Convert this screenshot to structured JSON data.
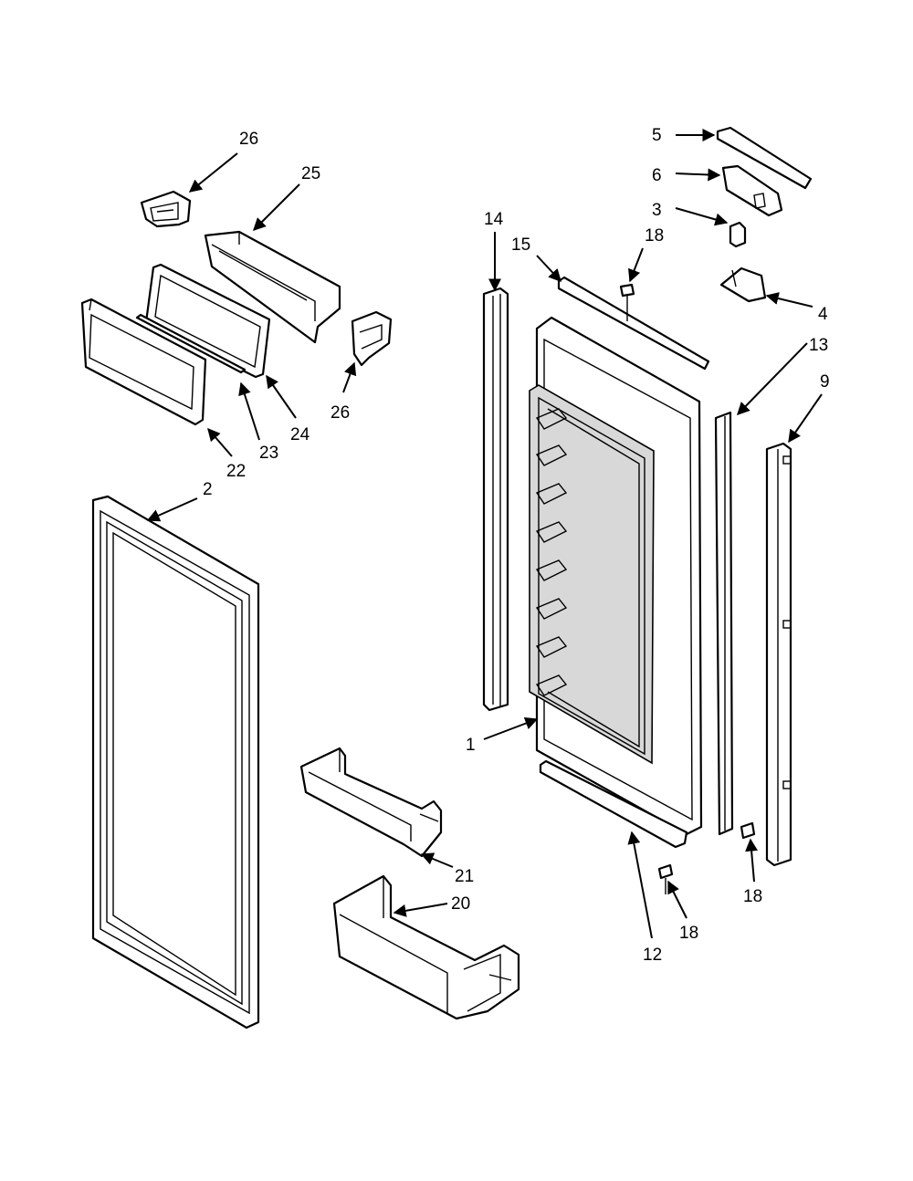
{
  "callouts": {
    "c26a": "26",
    "c25": "25",
    "c24": "24",
    "c23": "23",
    "c22": "22",
    "c26b": "26",
    "c2": "2",
    "c21": "21",
    "c20": "20",
    "c14": "14",
    "c15": "15",
    "c18a": "18",
    "c1": "1",
    "c5": "5",
    "c6": "6",
    "c3": "3",
    "c4": "4",
    "c13": "13",
    "c9": "9",
    "c18b": "18",
    "c18c": "18",
    "c12": "12"
  },
  "colors": {
    "ink": "#000000",
    "paper": "#ffffff"
  }
}
